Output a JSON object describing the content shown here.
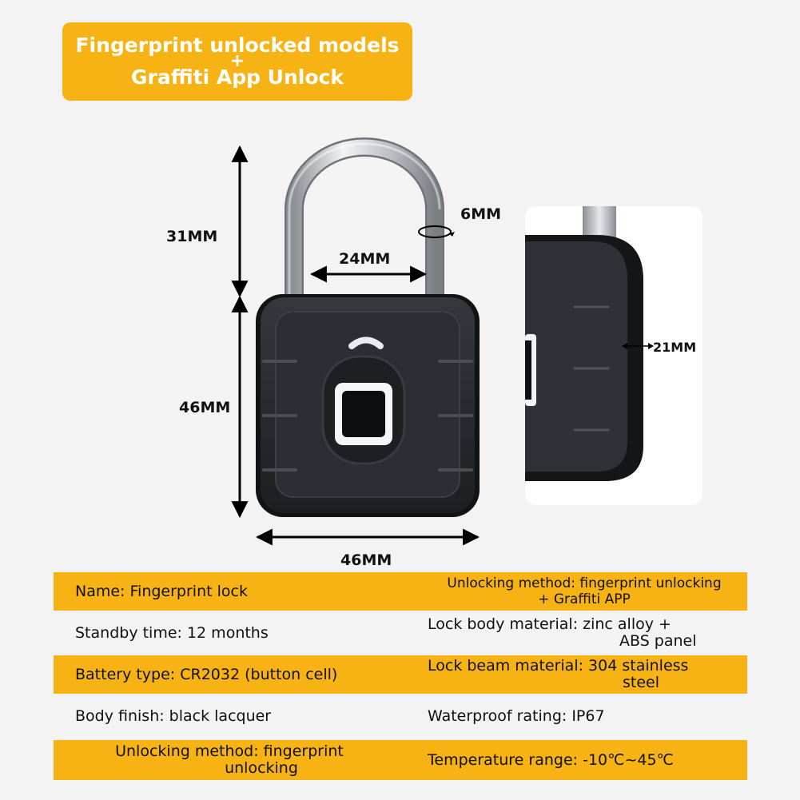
{
  "banner": {
    "line1": "Fingerprint unlocked models",
    "plus": "+",
    "line2": "Graffiti App Unlock"
  },
  "dimensions": {
    "shackle_height": "31MM",
    "body_height": "46MM",
    "body_width": "46MM",
    "shackle_inner_width": "24MM",
    "shackle_diameter": "6MM",
    "thickness": "21MM"
  },
  "specs": {
    "rows": [
      {
        "left": [
          "Name:  Fingerprint lock"
        ],
        "right": [
          "Unlocking method: fingerprint unlocking",
          "+ Graffiti APP"
        ]
      },
      {
        "left": [
          "Standby time: 12 months"
        ],
        "right": [
          "Lock body material: zinc alloy +",
          "ABS panel"
        ]
      },
      {
        "left": [
          "Battery type: CR2032 (button cell)"
        ],
        "right": [
          "Lock beam material: 304 stainless",
          "steel"
        ]
      },
      {
        "left": [
          "Body finish: black lacquer"
        ],
        "right": [
          "Waterproof rating: IP67"
        ]
      },
      {
        "left": [
          "Unlocking method: fingerprint",
          "unlocking"
        ],
        "right": [
          "Temperature range: -10℃~45℃"
        ]
      }
    ]
  },
  "colors": {
    "accent": "#f7b313",
    "lock_body": "#23262a",
    "background": "#f3f3f3"
  }
}
